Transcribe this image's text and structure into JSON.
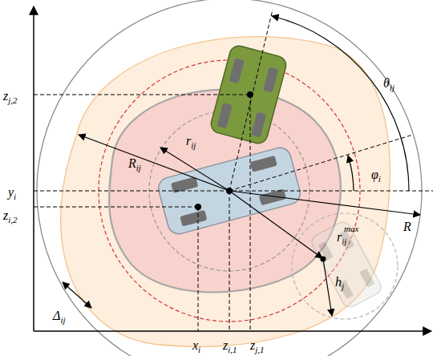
{
  "diagram": {
    "labels": [
      "zj,2",
      "θij",
      "φi",
      "yi",
      "zi,2",
      "Rij",
      "rij",
      "rijmax",
      "R",
      "hj",
      "Δij",
      "xi",
      "zi,1",
      "zj,1"
    ]
  }
}
